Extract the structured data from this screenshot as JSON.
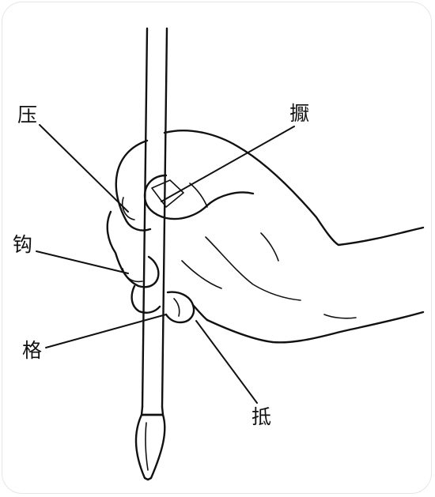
{
  "labels": {
    "ya": "压",
    "ye": "擫",
    "gou": "钩",
    "ge": "格",
    "di": "抵"
  },
  "colors": {
    "ink": "#111111",
    "background": "#ffffff",
    "frame": "#e6e6e6"
  }
}
